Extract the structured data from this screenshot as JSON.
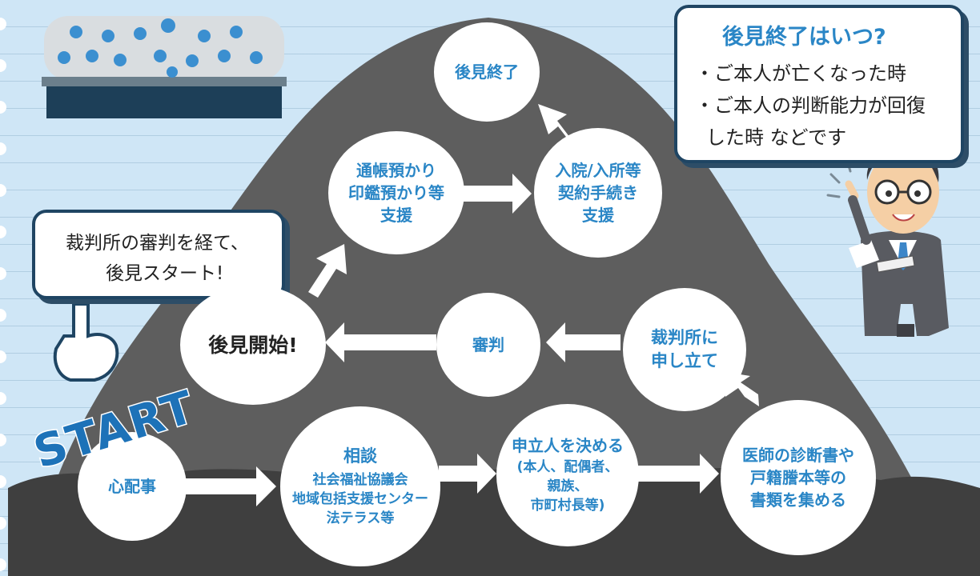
{
  "start_label": "START",
  "nodes": {
    "shinpaigoto": "心配事",
    "soudan": {
      "title": "相談",
      "lines": [
        "社会福祉協議会",
        "地域包括支援センター",
        "法テラス等"
      ]
    },
    "moushitatenin": {
      "title": "申立人を決める",
      "lines": [
        "(本人、配偶者、",
        "親族、",
        "市町村長等)"
      ]
    },
    "shorui": [
      "医師の診断書や",
      "戸籍謄本等の",
      "書類を集める"
    ],
    "moushitate": [
      "裁判所に",
      "申し立て"
    ],
    "shinpan": "審判",
    "kaishi": "後見開始!",
    "tsuchou": [
      "通帳預かり",
      "印鑑預かり等",
      "支援"
    ],
    "nyuin": [
      "入院/入所等",
      "契約手続き",
      "支援"
    ],
    "shuuryou": "後見終了"
  },
  "start_callout": {
    "line1": "裁判所の審判を経て、",
    "line2": "後見スタート!"
  },
  "end_callout": {
    "title": "後見終了はいつ?",
    "line1": "・ご本人が亡くなった時",
    "line2": "・ご本人の判断能力が回復",
    "line3": "した時 などです"
  },
  "colors": {
    "accent": "#2a86c6",
    "arrow": "#ffffff",
    "mountain": "#5f5f5f",
    "callout_border": "#1f4563",
    "background": "#cfe6f6"
  }
}
